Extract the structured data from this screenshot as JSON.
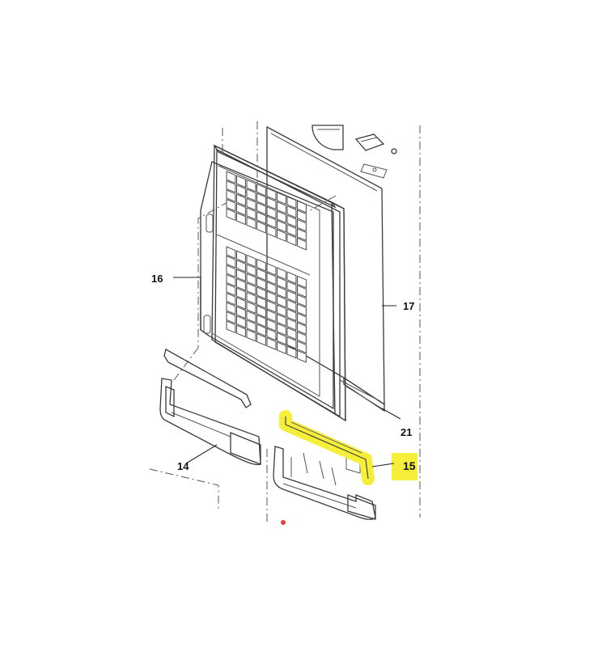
{
  "diagram": {
    "callouts": [
      {
        "id": "16",
        "label": "16"
      },
      {
        "id": "17",
        "label": "17"
      },
      {
        "id": "21",
        "label": "21"
      },
      {
        "id": "14",
        "label": "14"
      },
      {
        "id": "15",
        "label": "15",
        "highlighted": true
      }
    ],
    "highlight_color": "#f5ef3a",
    "line_color": "#3a3a3a",
    "background": "#ffffff"
  }
}
